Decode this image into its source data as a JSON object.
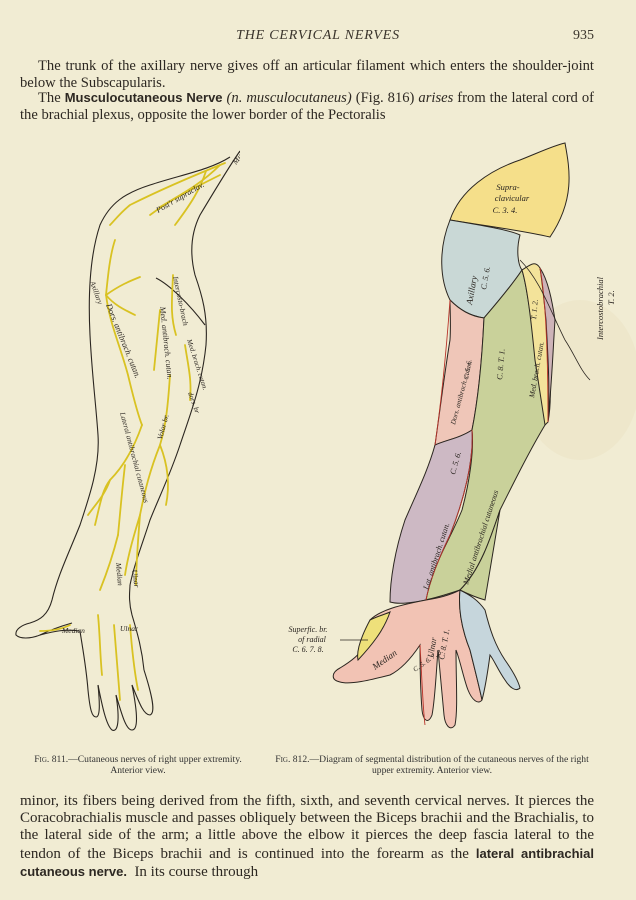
{
  "header": {
    "running_title": "THE CERVICAL NERVES",
    "page_number": "935"
  },
  "paragraphs": {
    "p1": {
      "text": "The trunk of the axillary nerve gives off an articular filament which enters the shoulder-joint below the Subscapularis."
    },
    "p2": {
      "lead": "The",
      "term": "Musculocutaneous Nerve",
      "latin": "(n. musculocutaneus)",
      "ref": "(Fig. 816)",
      "arises": "arises",
      "rest": "from the lateral cord of the brachial plexus, opposite the lower border of the Pectoralis"
    },
    "p3": {
      "text1": "minor, its fibers being derived from the fifth, sixth, and seventh cervical nerves. It pierces the Coracobrachialis muscle and passes obliquely between the Biceps brachii and the Brachialis, to the lateral side of the arm; a little above the elbow it pierces the deep fascia lateral to the tendon of the Biceps brachii and is continued into the forearm as the",
      "term": "lateral antibrachial cutaneous nerve.",
      "text2": "In its course through"
    }
  },
  "figures": {
    "fig811": {
      "caption_label": "Fig. 811.",
      "caption_text": "—Cutaneous nerves of right upper extremity.  Anterior view.",
      "labels": {
        "post_supraclav": "Post'r supraclav.",
        "mid_supraclav": "Mid. Supraclav.",
        "axillary": "Axillary",
        "intercosto_brach": "Intercosto-brach",
        "dors_antibrach": "Dors. antibrach. cutan.",
        "med_antibrach": "Med. antibrach. cutan.",
        "med_brach": "Med. brach. cutan.",
        "dors_br": "dors. br",
        "lateral_antibrach": "Lateral antibrachial cutaneous",
        "volar_br": "Volar br.",
        "median": "Median",
        "ulnar": "Ulnar",
        "median_hand": "Median",
        "ulnar_hand": "Ulnar"
      },
      "colors": {
        "nerve": "#d9c222",
        "outline": "#2b2620"
      }
    },
    "fig812": {
      "caption_label": "Fig. 812.",
      "caption_text": "—Diagram of segmental distribution of the cutaneous nerves of the right upper extremity.  Anterior view.",
      "regions": [
        {
          "name": "Supraclavicular",
          "line1": "Supra-",
          "line2": "clavicular",
          "segment": "C. 3. 4.",
          "color": "#f5df8a"
        },
        {
          "name": "Axillary",
          "line1": "Axillary",
          "segment": "C. 5. 6.",
          "color": "#c9d8d6"
        },
        {
          "name": "Dors. antibrach. cutan.",
          "line1": "Dors. antibrach. cutan.",
          "segment": "C. 5. 6.",
          "color": "#efc6b8"
        },
        {
          "name": "Medial antibrachial cutaneous",
          "line1": "Medial antibrachial cutaneous",
          "segment": "C. 8. T. 1.",
          "color": "#c9d19a"
        },
        {
          "name": "Med. brach. cutan.",
          "line1": "Med. brach. cutan.",
          "segment": "T. 1. 2.",
          "color": "#f3e39a"
        },
        {
          "name": "Intercostobrachial",
          "line1": "Intercostobrachial",
          "segment": "T. 2.",
          "color": "#cdb3b8"
        },
        {
          "name": "Lat. antibrach. cutan.",
          "line1": "Lat. antibrach. cutan.",
          "segment": "C. 5. 6.",
          "color": "#cdb9c4"
        },
        {
          "name": "Median",
          "line1": "Median",
          "segment": "C. 5. 6. 7. 8.",
          "color": "#f2c3b4"
        },
        {
          "name": "Ulnar",
          "line1": "Ulnar",
          "segment": "C. 8. T. 1.",
          "color": "#c6d6dc"
        },
        {
          "name": "Superfic. br. of radial",
          "line1": "Superfic. br.",
          "line2": "of radial",
          "segment": "C. 6. 7. 8.",
          "color": "#eee07a"
        }
      ]
    }
  },
  "colors": {
    "paper": "#f1ecd3",
    "ink": "#2a2520"
  }
}
